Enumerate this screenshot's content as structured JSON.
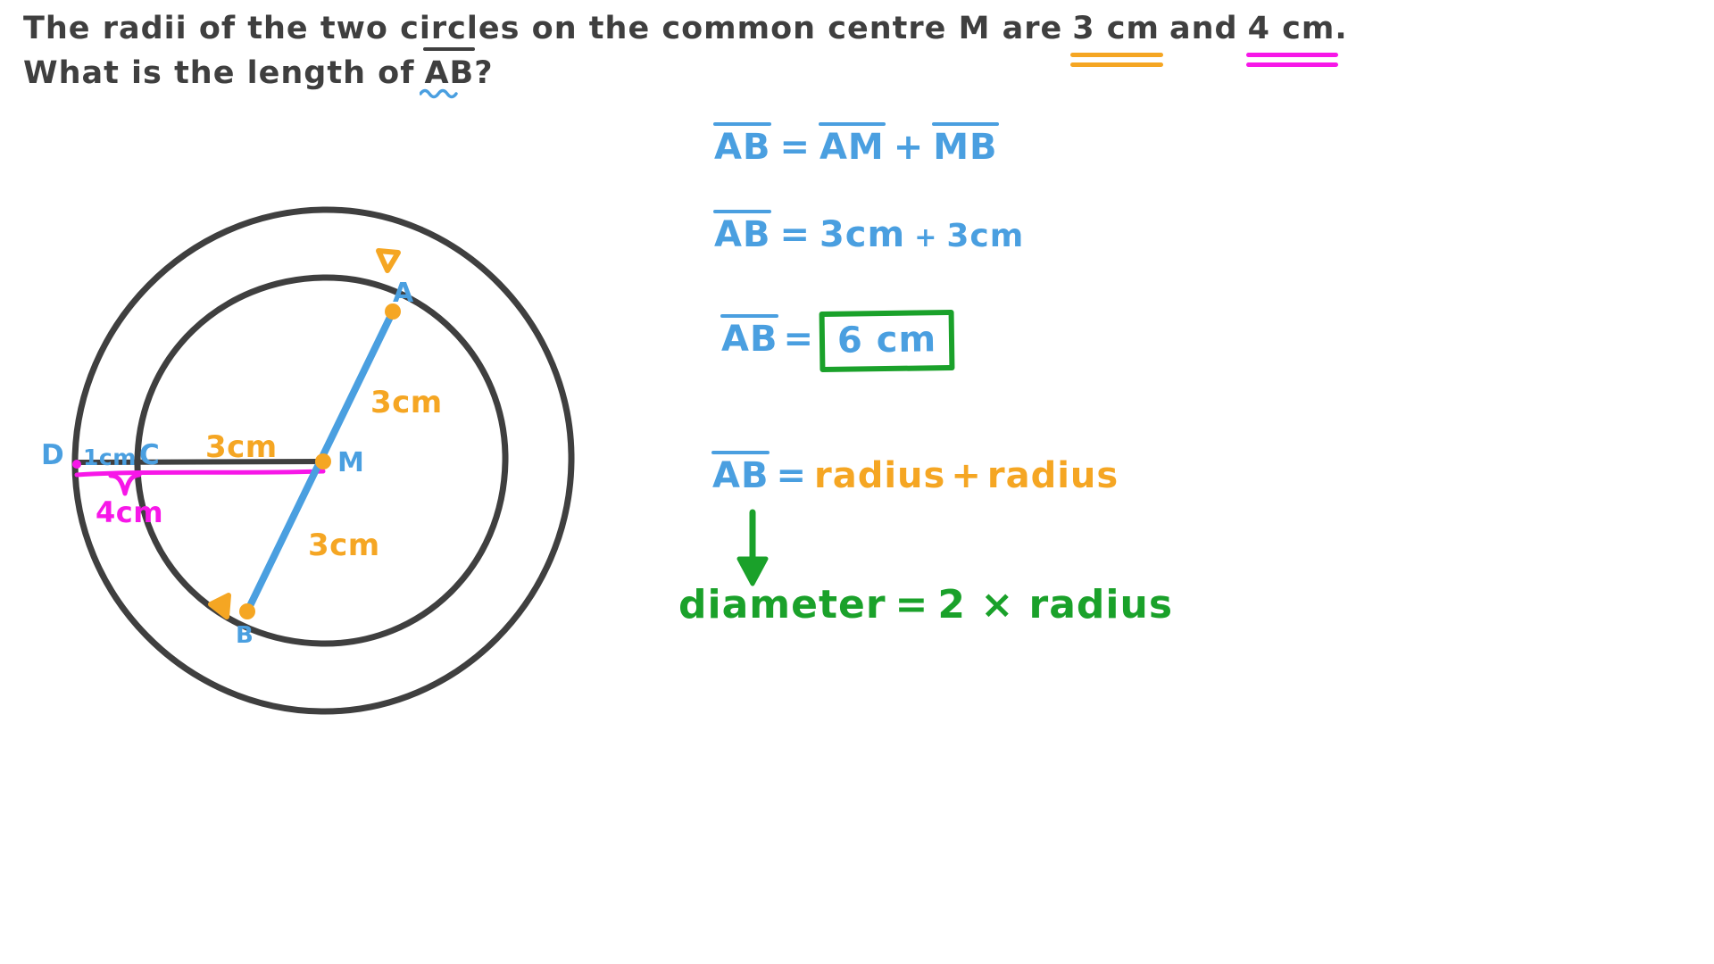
{
  "colors": {
    "ink": "#3f3f3f",
    "blue": "#4a9fe0",
    "orange": "#f5a623",
    "magenta": "#f717e8",
    "green": "#1aa12a",
    "background": "#ffffff"
  },
  "question": {
    "line1_part1": "The radii of the two circles on the common centre M are",
    "line1_highlight_orange": "3 cm",
    "line1_join": "and",
    "line1_highlight_magenta": "4 cm",
    "line1_end": ".",
    "line2_part1": "What is the length of",
    "line2_segment": "AB",
    "line2_end": "?"
  },
  "diagram": {
    "points": {
      "A": "A",
      "B": "B",
      "C": "C",
      "D": "D",
      "M": "M"
    },
    "labels": {
      "am_length": "3cm",
      "mb_length": "3cm",
      "cm_length": "3cm",
      "dc_length": "1cm",
      "dm_length": "4cm"
    },
    "outer_radius_cm": 4,
    "inner_radius_cm": 3
  },
  "solution": {
    "step1": {
      "lhs": "AB",
      "eq": "=",
      "term1": "AM",
      "plus": "+",
      "term2": "MB"
    },
    "step2": {
      "lhs": "AB",
      "eq": "=",
      "term1": "3cm",
      "plus": "+",
      "term2": "3cm"
    },
    "step3": {
      "lhs": "AB",
      "eq": "=",
      "answer": "6 cm"
    },
    "step4": {
      "lhs": "AB",
      "eq": "=",
      "term1": "radius",
      "plus": "+",
      "term2": "radius"
    },
    "step5": {
      "text_left": "diameter",
      "eq": "=",
      "text_right": "2 × radius"
    }
  }
}
